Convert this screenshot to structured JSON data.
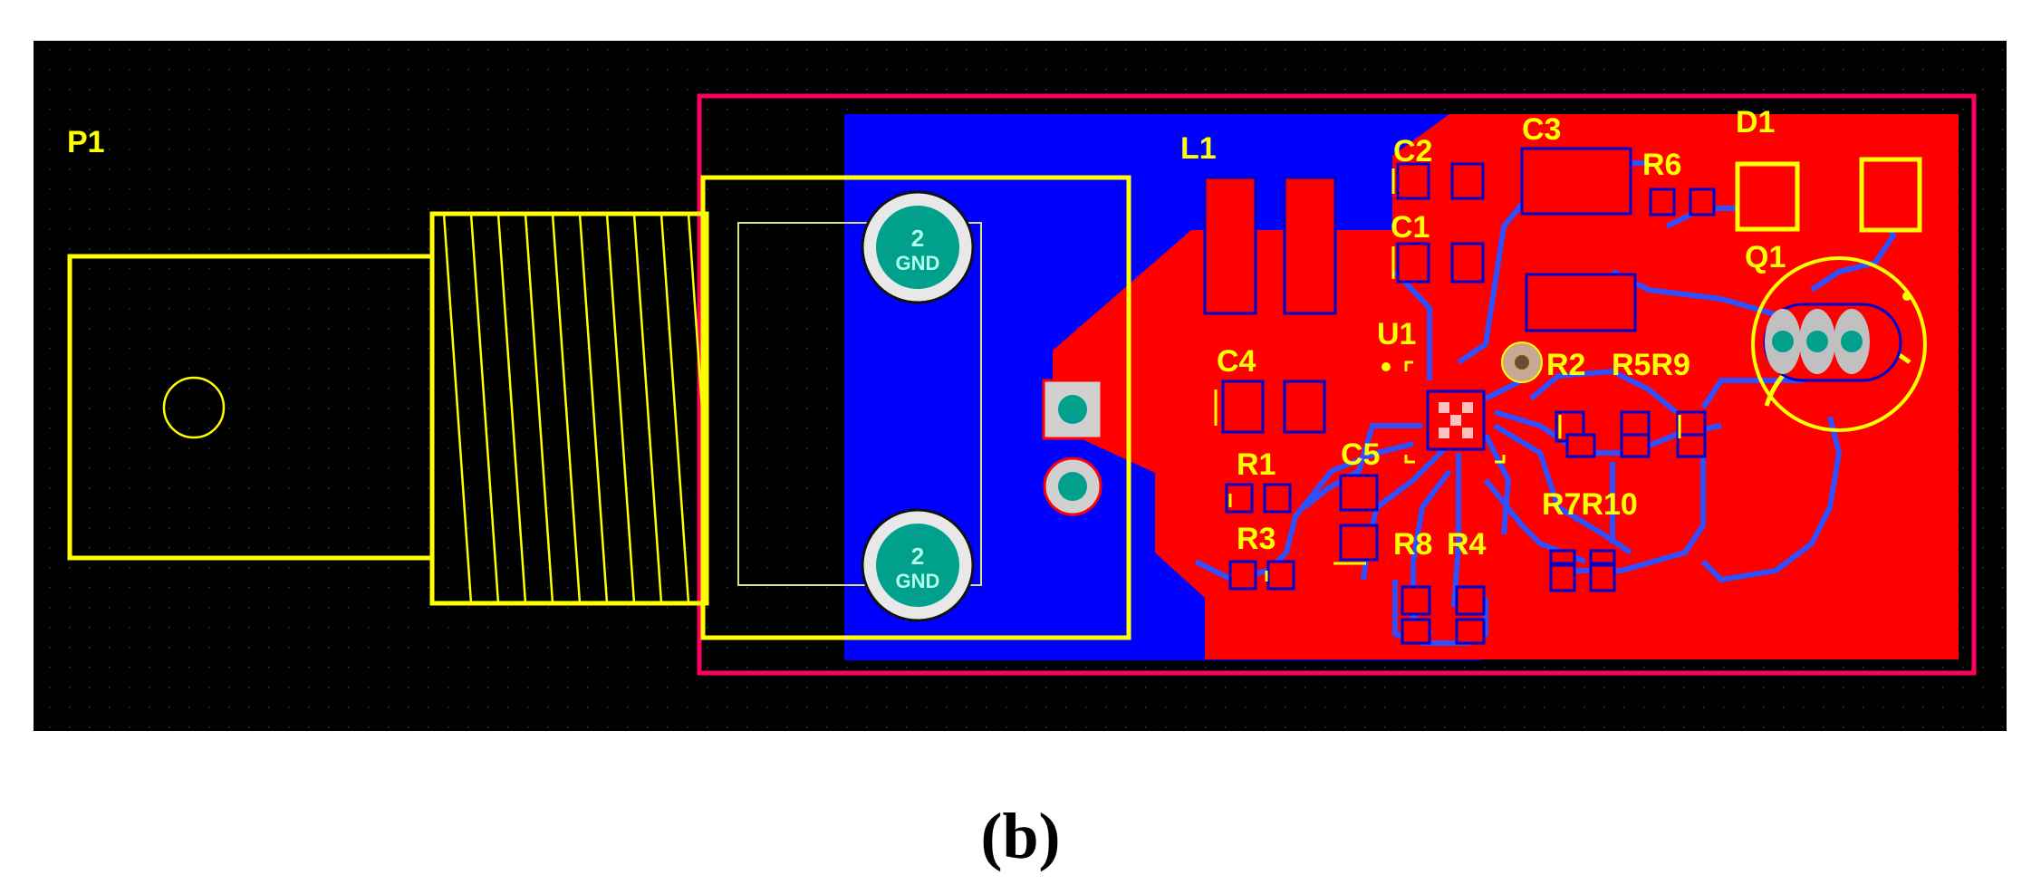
{
  "caption": "(b)",
  "colors": {
    "background": "#000000",
    "silkscreen": "#ffff00",
    "top_copper": "#ff0000",
    "bottom_copper": "#0000ff",
    "board_outline": "#ff0060",
    "pad_hole": "#00a08c",
    "via_ring": "#c8c8c8"
  },
  "designators": {
    "p1": "P1",
    "l1": "L1",
    "c1": "C1",
    "c2": "C2",
    "c3": "C3",
    "c4": "C4",
    "c5": "C5",
    "u1": "U1",
    "r1": "R1",
    "r2": "R2",
    "r3": "R3",
    "r4": "R4",
    "r5r9": "R5R9",
    "r6": "R6",
    "r7r10": "R7R10",
    "r8": "R8",
    "d1": "D1",
    "q1": "Q1"
  },
  "pad_labels": {
    "top_pin_number": "2",
    "top_pin_net": "GND",
    "bottom_pin_number": "2",
    "bottom_pin_net": "GND"
  }
}
